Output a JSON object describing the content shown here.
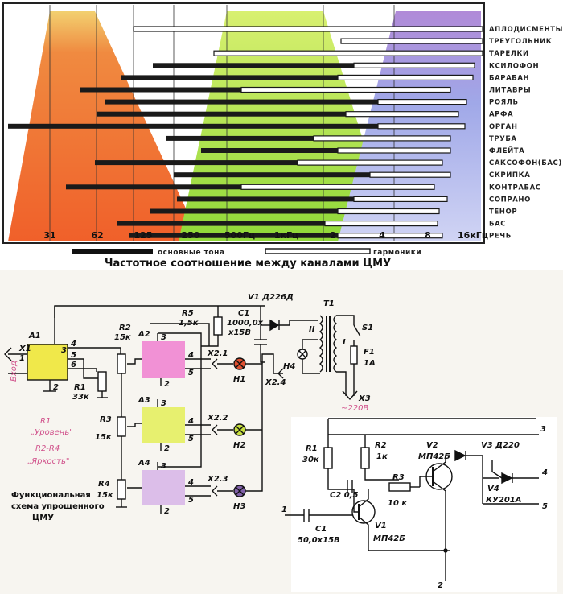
{
  "chart": {
    "instruments": [
      "АПЛОДИСМЕНТЫ",
      "ТРЕУГОЛЬНИК",
      "ТАРЕЛКИ",
      "КСИЛОФОН",
      "БАРАБАН",
      "ЛИТАВРЫ",
      "РОЯЛЬ",
      "АРФА",
      "ОРГАН",
      "ТРУБА",
      "ФЛЕЙТА",
      "САКСОФОН(БАС)",
      "СКРИПКА",
      "КОНТРАБАС",
      "СОПРАНО",
      "ТЕНОР",
      "БАС",
      "РЕЧЬ"
    ],
    "freq_ticks": [
      "31",
      "62",
      "125",
      "250",
      "500Гц",
      "1кГц",
      "2",
      "4",
      "8",
      "16кГц"
    ],
    "legend_fundamental": "основные тона",
    "legend_harmonics": "гармоники",
    "caption": "Частотное соотношение  между каналами ЦМУ",
    "colors": {
      "low": "#f0602a",
      "low_top": "#f2c060",
      "mid": "#a8e040",
      "mid_top": "#d8f070",
      "high": "#9aa6e8",
      "high_top": "#b898d8"
    }
  },
  "schematic": {
    "blocks": [
      "A1",
      "A2",
      "A3",
      "A4"
    ],
    "resistors": [
      "R1",
      "R2",
      "R3",
      "R4",
      "R5"
    ],
    "r1_val": "33к",
    "r2_val": "15к",
    "r3_val": "15к",
    "r4_val": "15к",
    "r5": "R5",
    "r5_val": "1,5к",
    "c1": "C1",
    "c1_val": "1000,0х",
    "c1_val2": "х15В",
    "v1": "V1 Д226Д",
    "t1": "T1",
    "s1": "S1",
    "f1": "F1",
    "f1_val": "1А",
    "windings": [
      "I",
      "II"
    ],
    "h_lamps": [
      "H1",
      "H2",
      "H3",
      "H4"
    ],
    "connectors": [
      "X1",
      "X2.1",
      "X2.2",
      "X2.3",
      "X2.4",
      "X3"
    ],
    "x1_input": "Вход",
    "x3_note": "~220В",
    "pins": [
      "1",
      "2",
      "3",
      "4",
      "5",
      "6"
    ],
    "r1_note": "R1",
    "r1_note2": "„Уровень\"",
    "r2r4_note": "R2-R4",
    "r2r4_note2": "„Яркость\"",
    "caption_lines": [
      "Функциональная",
      "схема упрощенного",
      "ЦМУ"
    ]
  },
  "circuit2": {
    "r1": "R1",
    "r1_val": "30к",
    "r2": "R2",
    "r2_val": "1к",
    "r3": "R3",
    "r3_val": "10 к",
    "c1": "C1",
    "c1_val": "50,0х15В",
    "c2": "C2 0,5",
    "v1": "V1",
    "v1_type": "МП42Б",
    "v2": "V2",
    "v2_type": "МП42Б",
    "v3": "V3 Д220",
    "v4": "V4",
    "v4_type": "КУ201А",
    "pins": [
      "1",
      "2",
      "3",
      "4",
      "5"
    ]
  }
}
